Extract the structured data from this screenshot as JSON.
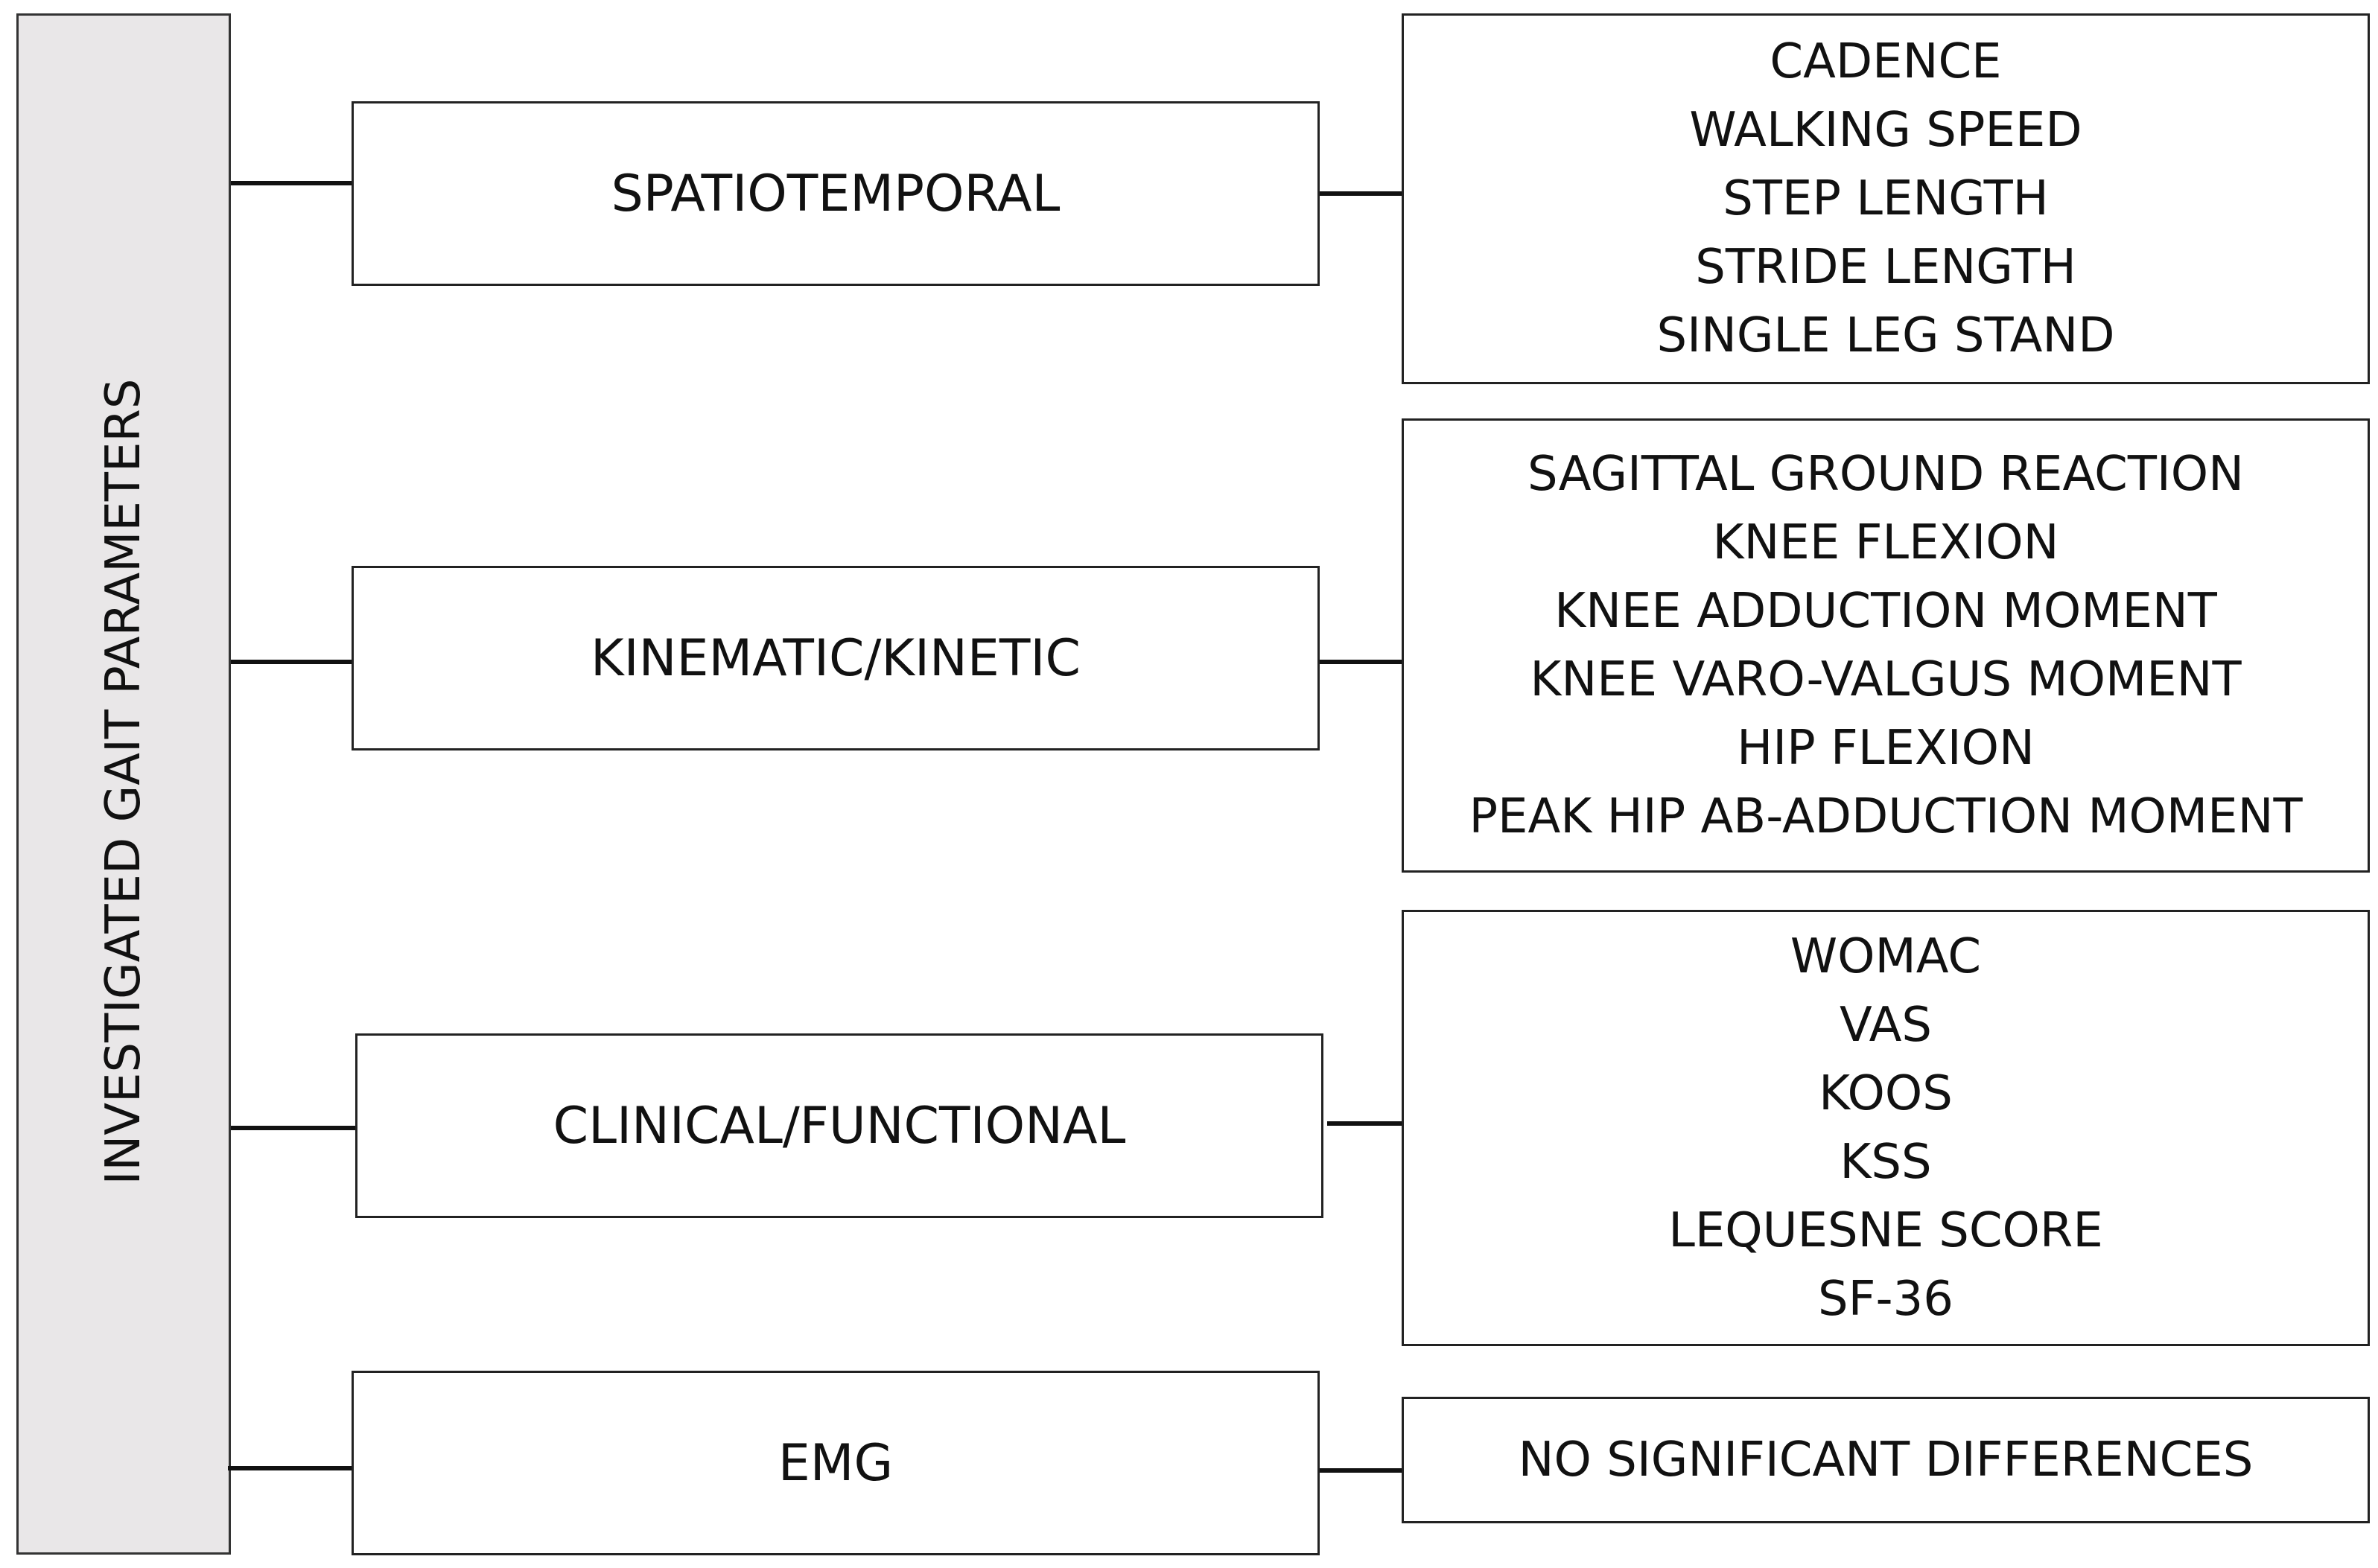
{
  "root": {
    "label": "INVESTIGATED GAIT PARAMETERS"
  },
  "categories": [
    {
      "label": "SPATIOTEMPORAL",
      "details": [
        "CADENCE",
        "WALKING SPEED",
        "STEP LENGTH",
        "STRIDE LENGTH",
        "SINGLE LEG STAND"
      ]
    },
    {
      "label": "KINEMATIC/KINETIC",
      "details": [
        "SAGITTAL GROUND REACTION",
        "KNEE FLEXION",
        "KNEE ADDUCTION MOMENT",
        "KNEE VARO-VALGUS MOMENT",
        "HIP FLEXION",
        "PEAK HIP AB-ADDUCTION MOMENT"
      ]
    },
    {
      "label": "CLINICAL/FUNCTIONAL",
      "details": [
        "WOMAC",
        "VAS",
        "KOOS",
        "KSS",
        "LEQUESNE SCORE",
        "SF-36"
      ]
    },
    {
      "label": "EMG",
      "details": [
        "NO SIGNIFICANT DIFFERENCES"
      ]
    }
  ]
}
